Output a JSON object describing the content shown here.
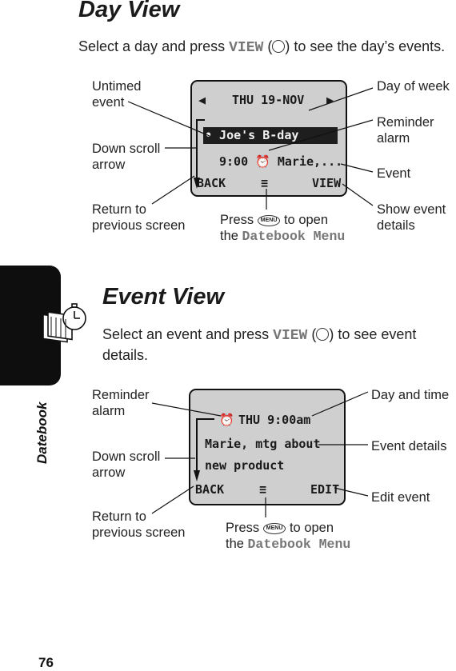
{
  "sidebar": {
    "label": "Datebook"
  },
  "page_number": "76",
  "day_view": {
    "heading": "Day View",
    "intro_a": "Select a day and press ",
    "intro_key": "VIEW",
    "intro_b": " to see the day’s events.",
    "screen": {
      "header": "THU 19-NOV",
      "event1": "• Joe's B-day",
      "event2": "9:00",
      "event2_text": "Marie,...",
      "soft_left": "BACK",
      "soft_right": "VIEW"
    },
    "callouts": {
      "untimed_event": "Untimed\nevent",
      "down_scroll": "Down scroll\narrow",
      "return_prev": "Return to\nprevious screen",
      "day_of_week": "Day of week",
      "reminder_alarm": "Reminder\nalarm",
      "event": "Event",
      "show_details": "Show event\ndetails",
      "press_a": "Press ",
      "press_key": "MENU",
      "press_b": " to open",
      "press_c": "the ",
      "press_menu": "Datebook Menu"
    }
  },
  "event_view": {
    "heading": "Event View",
    "intro_a": "Select an event and press ",
    "intro_key": "VIEW",
    "intro_b": " to see event",
    "intro_c": "details.",
    "screen": {
      "header": "THU 9:00am",
      "line1": "Marie, mtg about",
      "line2": "new product",
      "soft_left": "BACK",
      "soft_right": "EDIT"
    },
    "callouts": {
      "reminder_alarm": "Reminder\nalarm",
      "down_scroll": "Down scroll\narrow",
      "return_prev": "Return to\nprevious screen",
      "day_time": "Day and time",
      "event_details": "Event details",
      "edit_event": "Edit event",
      "press_a": "Press ",
      "press_key": "MENU",
      "press_b": " to open",
      "press_c": "the ",
      "press_menu": "Datebook Menu"
    }
  }
}
